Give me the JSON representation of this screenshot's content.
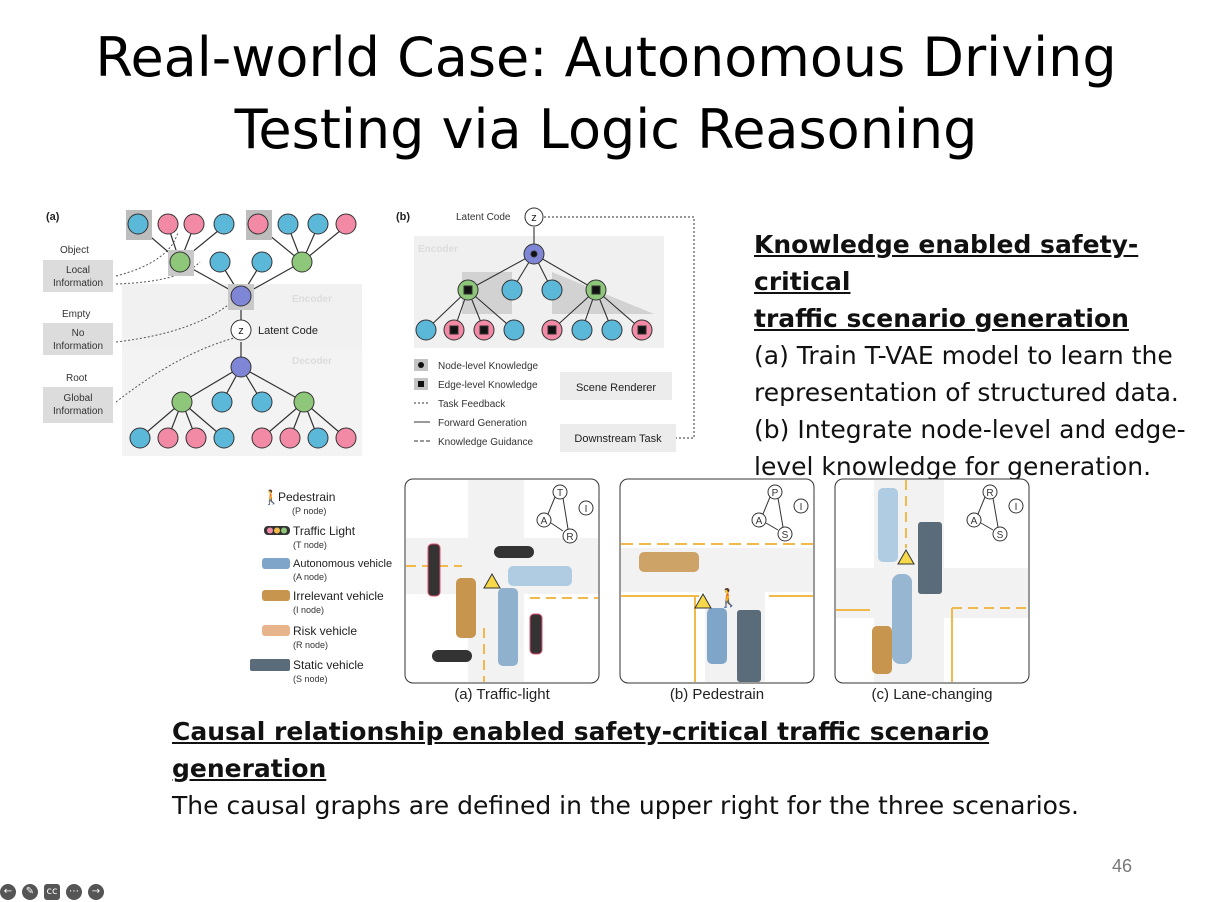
{
  "slide": {
    "title_line1": "Real-world Case: Autonomous Driving",
    "title_line2": "Testing via Logic Reasoning",
    "page_number": "46"
  },
  "figure_a": {
    "panel_label": "(a)",
    "object_label": "Object",
    "local_info": [
      "Local",
      "Information"
    ],
    "empty_label": "Empty",
    "no_info": [
      "No",
      "Information"
    ],
    "root_label": "Root",
    "global_info": [
      "Global",
      "Information"
    ],
    "encoder_label": "Encoder",
    "decoder_label": "Decoder",
    "latent_code": "Latent Code",
    "z": "z"
  },
  "figure_b": {
    "panel_label": "(b)",
    "latent_code": "Latent Code",
    "z": "z",
    "encoder_label": "Encoder",
    "legend": [
      "Node-level Knowledge",
      "Edge-level Knowledge",
      "Task Feedback",
      "Forward Generation",
      "Knowledge Guidance"
    ],
    "scene_renderer": "Scene Renderer",
    "downstream_task": "Downstream Task"
  },
  "right_text": {
    "heading_line1": "Knowledge enabled safety-critical",
    "heading_line2": "traffic scenario generation",
    "body_lines": [
      "(a) Train T-VAE model to learn the",
      "representation of structured data.",
      "(b) Integrate node-level and edge-",
      "level knowledge for generation."
    ]
  },
  "scenario_legend": [
    {
      "name": "Pedestrain",
      "node": "(P node)"
    },
    {
      "name": "Traffic Light",
      "node": "(T node)"
    },
    {
      "name": "Autonomous vehicle",
      "node": "(A node)"
    },
    {
      "name": "Irrelevant vehicle",
      "node": "(I node)"
    },
    {
      "name": "Risk vehicle",
      "node": "(R node)"
    },
    {
      "name": "Static vehicle",
      "node": "(S node)"
    }
  ],
  "scenarios": [
    {
      "caption": "(a) Traffic-light",
      "graph": [
        "T",
        "A",
        "R",
        "I"
      ]
    },
    {
      "caption": "(b) Pedestrain",
      "graph": [
        "P",
        "A",
        "S",
        "I"
      ]
    },
    {
      "caption": "(c) Lane-changing",
      "graph": [
        "R",
        "A",
        "S",
        "I"
      ]
    }
  ],
  "bottom_text": {
    "heading": "Causal relationship enabled safety-critical traffic scenario generation",
    "body": "The causal graphs are defined in the upper right for the three scenarios."
  },
  "nav_icons": [
    "prev-icon",
    "pen-icon",
    "captions-icon",
    "more-icon",
    "next-icon"
  ],
  "colors": {
    "blue_node": "#5bb8d9",
    "pink_node": "#f28aa6",
    "green_node": "#8ec77a",
    "purple_node": "#7f86d6",
    "road_yellow": "#f1b94a"
  }
}
